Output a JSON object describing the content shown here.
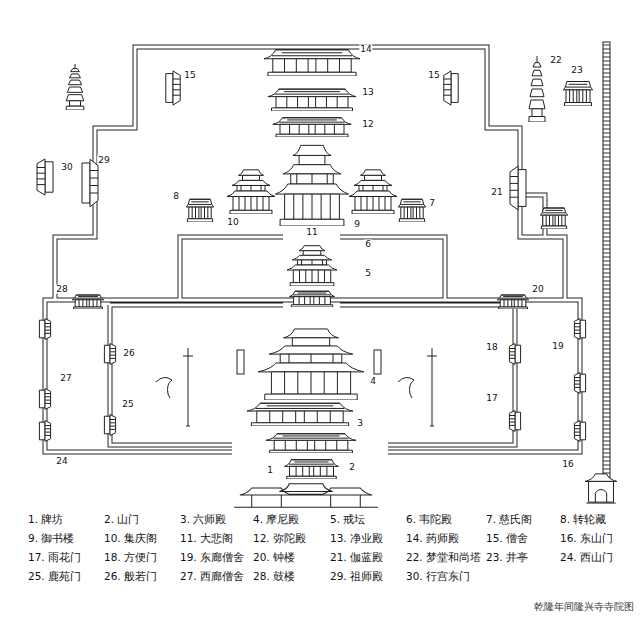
{
  "diagram": {
    "caption": "乾隆年间隆兴寺寺院图",
    "labels": [
      "1",
      "2",
      "3",
      "4",
      "5",
      "6",
      "7",
      "8",
      "9",
      "10",
      "11",
      "12",
      "13",
      "14",
      "15",
      "15",
      "16",
      "17",
      "18",
      "19",
      "20",
      "21",
      "22",
      "23",
      "24",
      "25",
      "26",
      "27",
      "28",
      "29",
      "30",
      "1. 牌坊",
      "2. 山门",
      "3. 六师殿",
      "4. 摩尼殿",
      "5. 戒坛",
      "6. 韦陀殿",
      "7. 慈氏阁",
      "8. 转轮藏",
      "9. 御书楼",
      "10. 集庆阁",
      "11. 大悲阁",
      "12. 弥陀殿",
      "13. 净业殿",
      "14. 药师殿",
      "15. 僧舍",
      "16. 东山门",
      "17. 雨花门",
      "18. 方便门",
      "19. 东廊僧舍",
      "20. 钟楼",
      "21. 伽蓝殿",
      "22. 梦堂和尚塔",
      "23. 井亭",
      "24. 西山门",
      "25. 鹿苑门",
      "26. 般若门",
      "27. 西廊僧舍",
      "28. 鼓楼",
      "29. 祖师殿",
      "30. 行宫东门"
    ]
  }
}
